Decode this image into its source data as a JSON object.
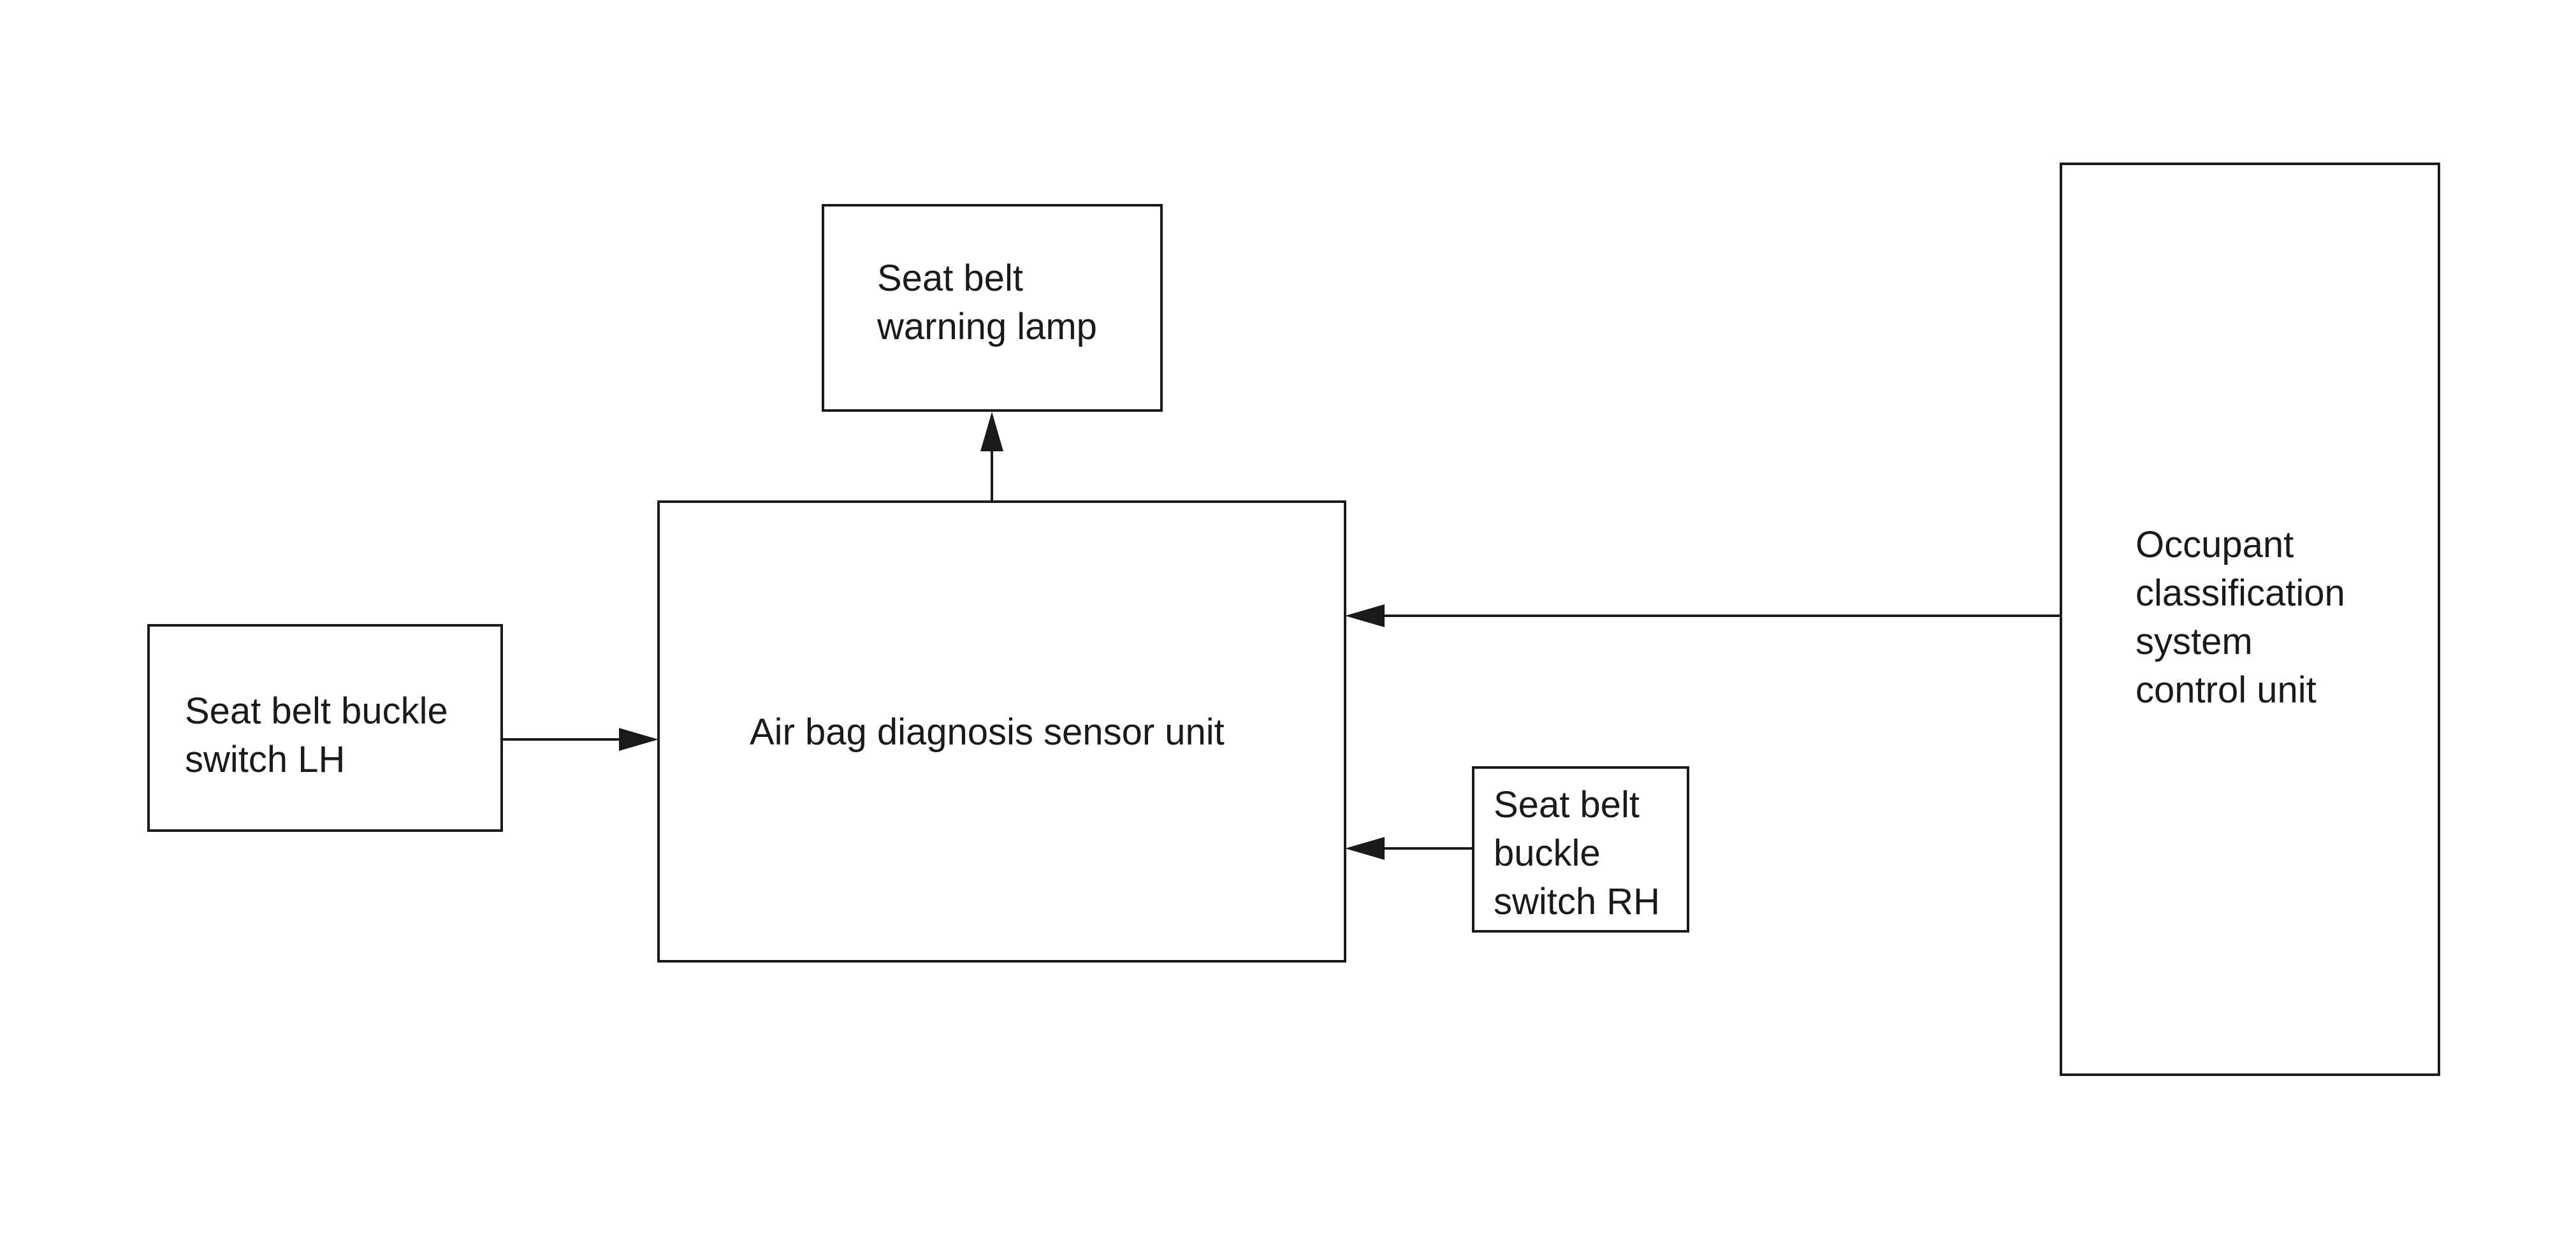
{
  "diagram": {
    "blocks": {
      "seat_belt_warning_lamp": {
        "lines": [
          "Seat belt",
          "warning lamp"
        ]
      },
      "air_bag_diagnosis_sensor_unit": {
        "lines": [
          "Air bag diagnosis sensor unit"
        ]
      },
      "seat_belt_buckle_switch_lh": {
        "lines": [
          "Seat belt buckle",
          "switch LH"
        ]
      },
      "seat_belt_buckle_switch_rh": {
        "lines": [
          "Seat belt",
          "buckle",
          "switch RH"
        ]
      },
      "occupant_classification_system_control_unit": {
        "lines": [
          "Occupant",
          "classification",
          "system",
          "control unit"
        ]
      }
    },
    "connections": [
      {
        "from": "air_bag_diagnosis_sensor_unit",
        "to": "seat_belt_warning_lamp"
      },
      {
        "from": "seat_belt_buckle_switch_lh",
        "to": "air_bag_diagnosis_sensor_unit"
      },
      {
        "from": "occupant_classification_system_control_unit",
        "to": "air_bag_diagnosis_sensor_unit"
      },
      {
        "from": "seat_belt_buckle_switch_rh",
        "to": "air_bag_diagnosis_sensor_unit"
      }
    ]
  }
}
